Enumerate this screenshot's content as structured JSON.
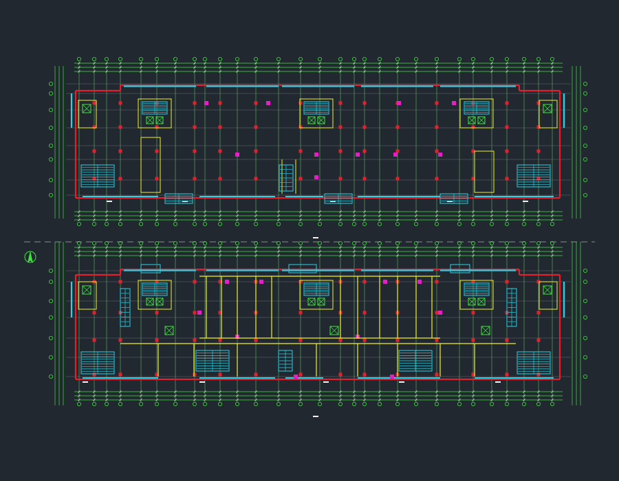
{
  "drawing": {
    "background": "#212830",
    "colors": {
      "dimension": "#3ee63e",
      "grid": "#8a8a8a",
      "wall": "#e0222f",
      "window": "#29d3e6",
      "partition": "#f2f22b",
      "fixture": "#e61ec8",
      "label": "#f2f2f2",
      "separator": "#b0b0b0"
    },
    "plans": [
      {
        "name": "upper-floor-plan",
        "title": "",
        "type": "open-plan"
      },
      {
        "name": "lower-floor-plan",
        "title": "",
        "type": "divided-plan"
      }
    ],
    "north_arrow": {
      "icon": "north-arrow-icon"
    }
  }
}
